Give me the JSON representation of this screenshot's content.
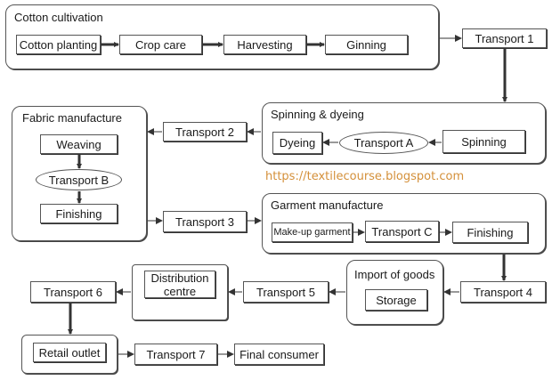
{
  "groups": {
    "cotton": "Cotton cultivation",
    "fabric": "Fabric manufacture",
    "spinning": "Spinning & dyeing",
    "garment": "Garment manufacture",
    "import": "Import of goods"
  },
  "steps": {
    "cotton_planting": "Cotton planting",
    "crop_care": "Crop care",
    "harvesting": "Harvesting",
    "ginning": "Ginning",
    "weaving": "Weaving",
    "finishing_fabric": "Finishing",
    "dyeing": "Dyeing",
    "spinning": "Spinning",
    "makeup_garment": "Make-up garment",
    "finishing_garment": "Finishing",
    "storage": "Storage",
    "distribution_centre": "Distribution centre",
    "retail_outlet": "Retail outlet",
    "final_consumer": "Final consumer"
  },
  "transports": {
    "t1": "Transport 1",
    "t2": "Transport 2",
    "t3": "Transport 3",
    "t4": "Transport 4",
    "t5": "Transport 5",
    "t6": "Transport 6",
    "t7": "Transport 7",
    "ta": "Transport A",
    "tb": "Transport B",
    "tc": "Transport C"
  },
  "watermark": "https://textilecourse.blogspot.com"
}
